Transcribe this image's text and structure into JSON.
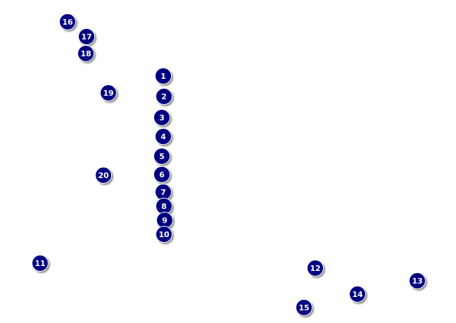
{
  "colors": {
    "marker_fill": "#000080",
    "marker_text": "#ffffff",
    "background": "#ffffff"
  },
  "markers": [
    {
      "label": "1"
    },
    {
      "label": "2"
    },
    {
      "label": "3"
    },
    {
      "label": "4"
    },
    {
      "label": "5"
    },
    {
      "label": "6"
    },
    {
      "label": "7"
    },
    {
      "label": "8"
    },
    {
      "label": "9"
    },
    {
      "label": "10"
    },
    {
      "label": "11"
    },
    {
      "label": "12"
    },
    {
      "label": "13"
    },
    {
      "label": "14"
    },
    {
      "label": "15"
    },
    {
      "label": "16"
    },
    {
      "label": "17"
    },
    {
      "label": "18"
    },
    {
      "label": "19"
    },
    {
      "label": "20"
    }
  ]
}
